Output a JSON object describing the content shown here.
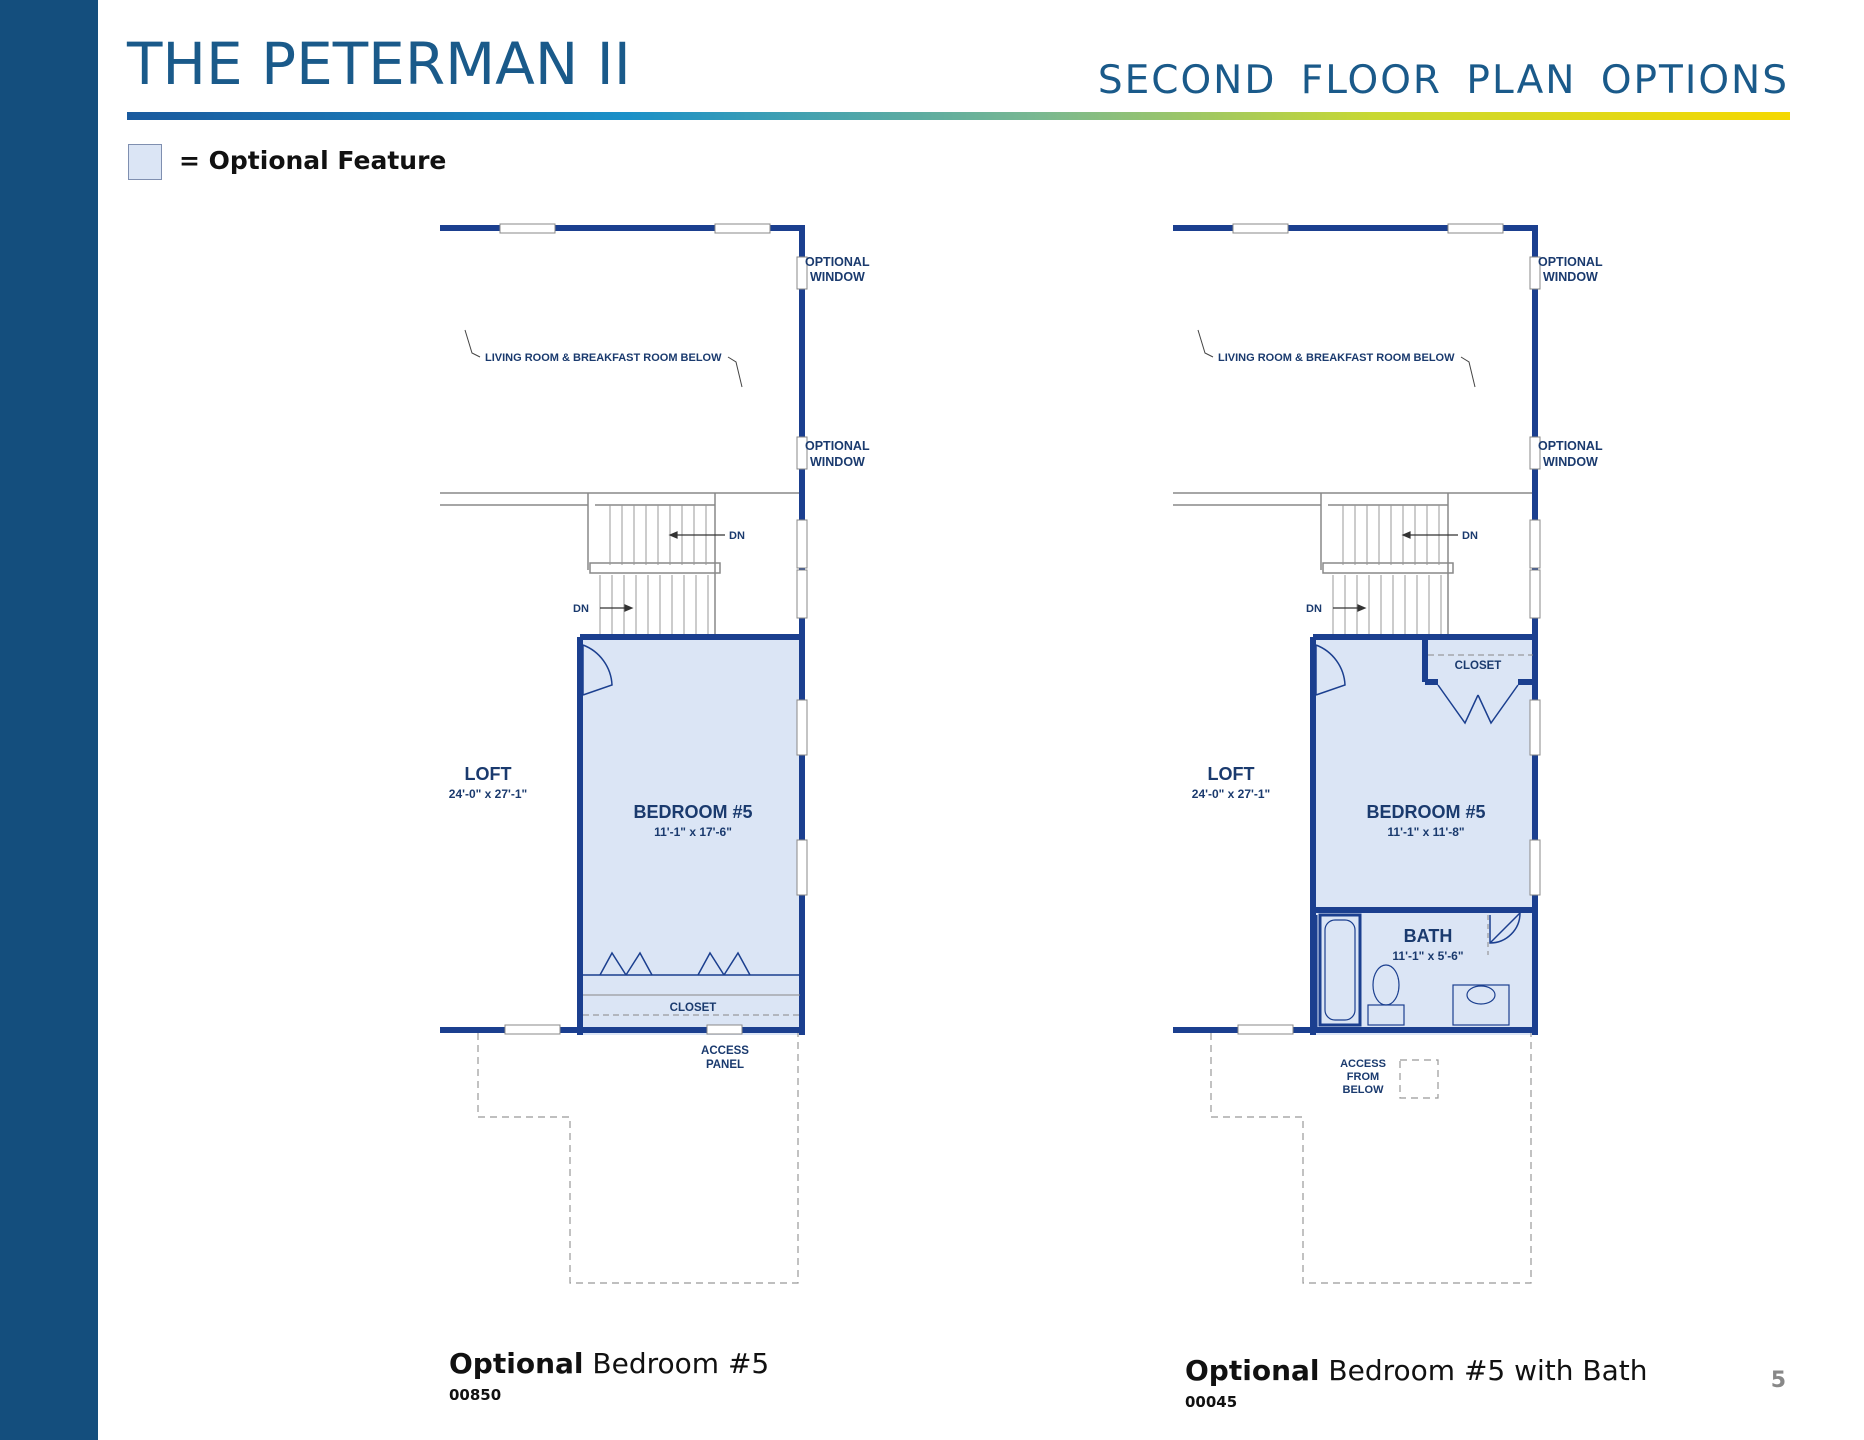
{
  "header": {
    "title": "THE PETERMAN II",
    "subtitle": "SECOND FLOOR PLAN OPTIONS"
  },
  "legend": {
    "text": "= Optional Feature",
    "swatch_color": "#dbe5f5"
  },
  "colors": {
    "wall": "#1b3f8f",
    "room_fill": "#dbe5f5",
    "sidebar": "#144e7d",
    "title_color": "#1a5a8a"
  },
  "plan_left": {
    "labels": {
      "optional_window_1a": "OPTIONAL",
      "optional_window_1b": "WINDOW",
      "optional_window_2a": "OPTIONAL",
      "optional_window_2b": "WINDOW",
      "below_note": "LIVING ROOM & BREAKFAST ROOM BELOW",
      "dn_upper": "DN",
      "dn_lower": "DN",
      "loft_name": "LOFT",
      "loft_dims": "24'-0\" x 27'-1\"",
      "bedroom_name": "BEDROOM #5",
      "bedroom_dims": "11'-1\" x 17'-6\"",
      "closet": "CLOSET",
      "access_a": "ACCESS",
      "access_b": "PANEL"
    },
    "caption_bold": "Optional",
    "caption_rest": " Bedroom #5",
    "code": "00850"
  },
  "plan_right": {
    "labels": {
      "optional_window_1a": "OPTIONAL",
      "optional_window_1b": "WINDOW",
      "optional_window_2a": "OPTIONAL",
      "optional_window_2b": "WINDOW",
      "below_note": "LIVING ROOM & BREAKFAST ROOM BELOW",
      "dn_upper": "DN",
      "dn_lower": "DN",
      "loft_name": "LOFT",
      "loft_dims": "24'-0\" x 27'-1\"",
      "bedroom_name": "BEDROOM #5",
      "bedroom_dims": "11'-1\" x 11'-8\"",
      "closet": "CLOSET",
      "bath_name": "BATH",
      "bath_dims": "11'-1\" x 5'-6\"",
      "access_a": "ACCESS",
      "access_b": "FROM",
      "access_c": "BELOW"
    },
    "caption_bold": "Optional",
    "caption_rest": " Bedroom #5 with Bath",
    "code": "00045"
  },
  "page_number": "5"
}
